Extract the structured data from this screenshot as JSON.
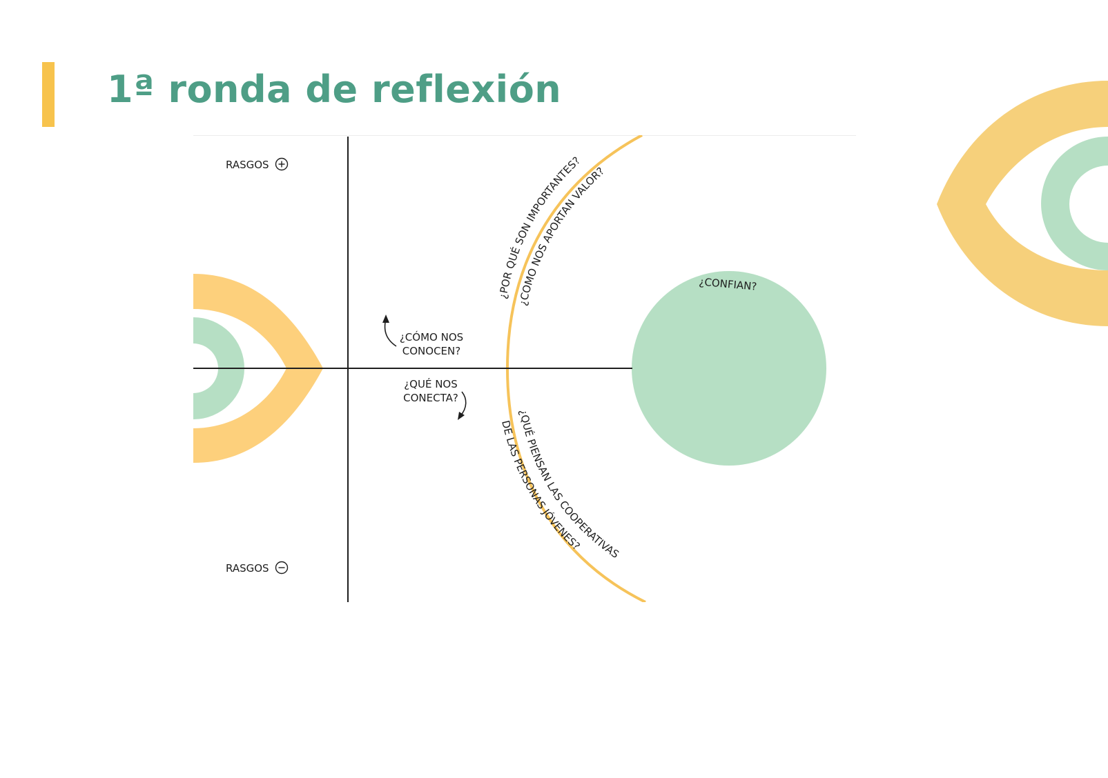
{
  "title": "1ª ronda de reflexión",
  "labels": {
    "rasgos_plus": "RASGOS",
    "rasgos_minus": "RASGOS",
    "como_nos_conocen_1": "¿CÓMO NOS",
    "como_nos_conocen_2": "CONOCEN?",
    "que_nos_conecta_1": "¿QUÉ NOS",
    "que_nos_conecta_2": "CONECTA?",
    "confian": "¿CONFIAN?"
  },
  "arc_labels": {
    "importantes": "¿POR QUÉ SON IMPORTANTES?",
    "aportan_valor": "¿COMO NOS APORTAN VALOR?",
    "piensan_cooperativas": "¿QUÉ PIENSAN LAS COOPERATIVAS",
    "personas_jovenes": "DE LAS PERSONAS JÓVENES?"
  },
  "icons": {
    "plus": "plus-circle-icon",
    "minus": "minus-circle-icon"
  },
  "colors": {
    "title": "#4E9E86",
    "accent": "#F7C34D",
    "orange": "#FDD07C",
    "green": "#B6DFC4",
    "axis": "#1e1e1e"
  }
}
